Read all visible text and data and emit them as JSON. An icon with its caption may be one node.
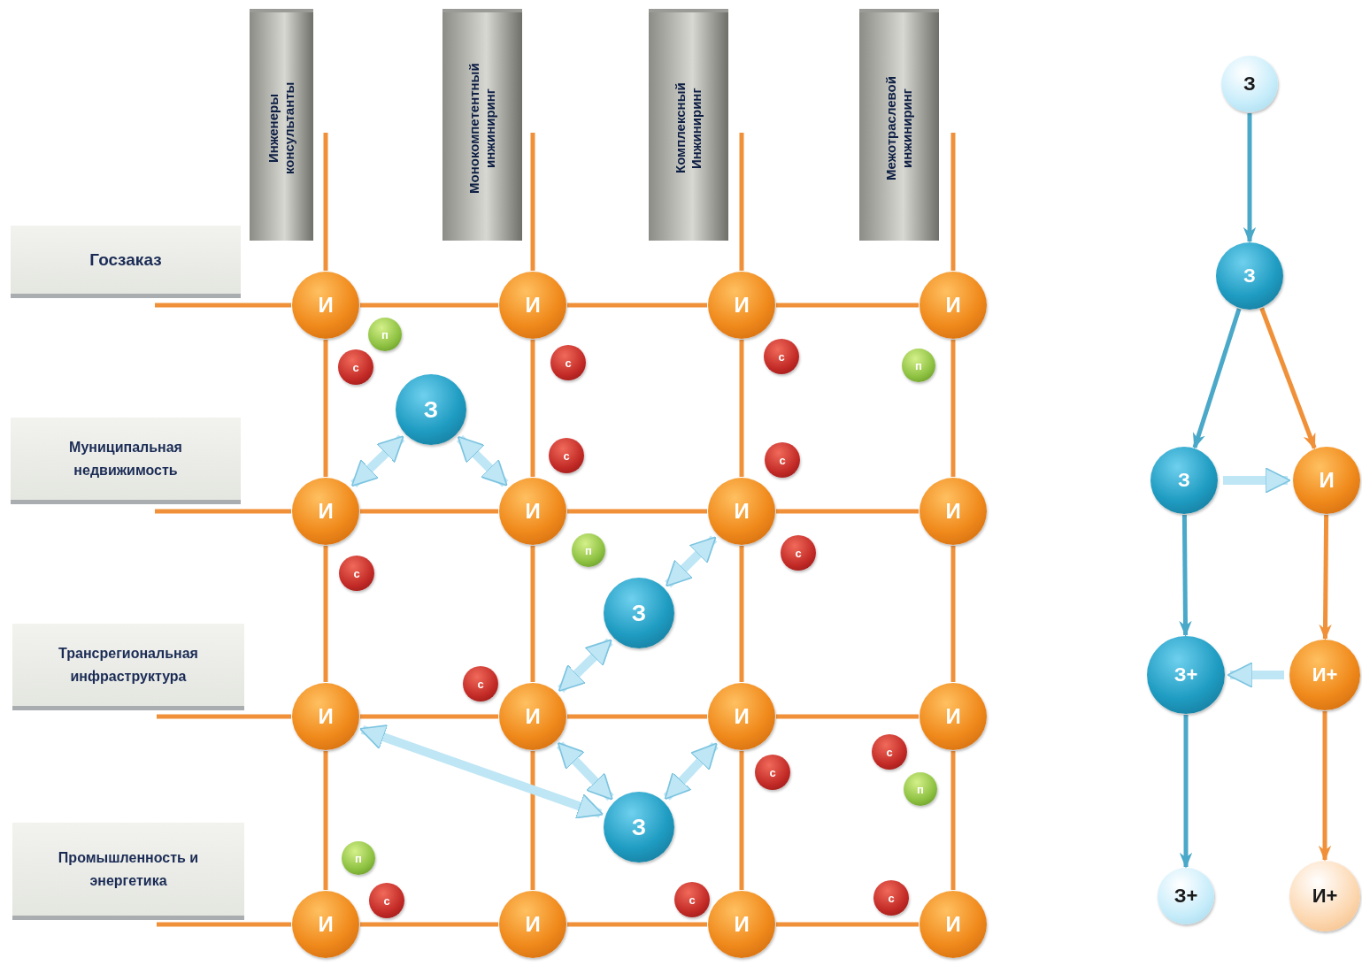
{
  "diagram": {
    "nodes": [
      {
        "text": [
          "Инженеры консультанты"
        ]
      },
      {
        "text": [
          "Монокомпетентный инжиниринг"
        ]
      },
      {
        "text": [
          "Комплексный Инжиниринг"
        ]
      },
      {
        "text": [
          "Межотраслевой инжиниринг"
        ]
      },
      {
        "text": [
          "Госзаказ"
        ]
      },
      {
        "text": [
          "Муниципальная недвижимость"
        ]
      },
      {
        "text": [
          "Трансрегиональная инфраструктура"
        ]
      },
      {
        "text": [
          "Промышленность и энергетика"
        ]
      },
      {
        "text": [
          "И"
        ]
      },
      {
        "text": [
          "И"
        ]
      },
      {
        "text": [
          "И"
        ]
      },
      {
        "text": [
          "И"
        ]
      },
      {
        "text": [
          "И"
        ]
      },
      {
        "text": [
          "И"
        ]
      },
      {
        "text": [
          "И"
        ]
      },
      {
        "text": [
          "И"
        ]
      },
      {
        "text": [
          "И"
        ]
      },
      {
        "text": [
          "И"
        ]
      },
      {
        "text": [
          "И"
        ]
      },
      {
        "text": [
          "И"
        ]
      },
      {
        "text": [
          "И"
        ]
      },
      {
        "text": [
          "И"
        ]
      },
      {
        "text": [
          "И"
        ]
      },
      {
        "text": [
          "И"
        ]
      },
      {
        "text": [
          "п"
        ]
      },
      {
        "text": [
          "с"
        ]
      },
      {
        "text": [
          "с"
        ]
      },
      {
        "text": [
          "п"
        ]
      },
      {
        "text": [
          "с"
        ]
      },
      {
        "text": [
          "З"
        ]
      },
      {
        "text": [
          "с"
        ]
      },
      {
        "text": [
          "с"
        ]
      },
      {
        "text": [
          "п"
        ]
      },
      {
        "text": [
          "с"
        ]
      },
      {
        "text": [
          "с"
        ]
      },
      {
        "text": [
          "З"
        ]
      },
      {
        "text": [
          "с"
        ]
      },
      {
        "text": [
          "с"
        ]
      },
      {
        "text": [
          "с"
        ]
      },
      {
        "text": [
          "п"
        ]
      },
      {
        "text": [
          "З"
        ]
      },
      {
        "text": [
          "п"
        ]
      },
      {
        "text": [
          "с"
        ]
      },
      {
        "text": [
          "с"
        ]
      },
      {
        "text": [
          "с"
        ]
      },
      {
        "text": [
          "З"
        ]
      },
      {
        "text": [
          "З"
        ]
      },
      {
        "text": [
          "З"
        ]
      },
      {
        "text": [
          "И"
        ]
      },
      {
        "text": [
          "З+"
        ]
      },
      {
        "text": [
          "И+"
        ]
      },
      {
        "text": [
          "З+"
        ]
      },
      {
        "text": [
          "И+"
        ]
      }
    ],
    "edges": [
      {
        "from": 8,
        "to": 9,
        "arrow": "none"
      },
      {
        "from": 9,
        "to": 10,
        "arrow": "none"
      },
      {
        "from": 10,
        "to": 11,
        "arrow": "none"
      },
      {
        "from": 12,
        "to": 13,
        "arrow": "none"
      },
      {
        "from": 13,
        "to": 14,
        "arrow": "none"
      },
      {
        "from": 14,
        "to": 15,
        "arrow": "none"
      },
      {
        "from": 16,
        "to": 17,
        "arrow": "none"
      },
      {
        "from": 17,
        "to": 18,
        "arrow": "none"
      },
      {
        "from": 18,
        "to": 19,
        "arrow": "none"
      },
      {
        "from": 20,
        "to": 21,
        "arrow": "none"
      },
      {
        "from": 21,
        "to": 22,
        "arrow": "none"
      },
      {
        "from": 22,
        "to": 23,
        "arrow": "none"
      },
      {
        "from": 8,
        "to": 12,
        "arrow": "none"
      },
      {
        "from": 9,
        "to": 13,
        "arrow": "none"
      },
      {
        "from": 10,
        "to": 14,
        "arrow": "none"
      },
      {
        "from": 11,
        "to": 15,
        "arrow": "none"
      },
      {
        "from": 12,
        "to": 16,
        "arrow": "none"
      },
      {
        "from": 13,
        "to": 17,
        "arrow": "none"
      },
      {
        "from": 14,
        "to": 18,
        "arrow": "none"
      },
      {
        "from": 15,
        "to": 19,
        "arrow": "none"
      },
      {
        "from": 16,
        "to": 20,
        "arrow": "none"
      },
      {
        "from": 17,
        "to": 21,
        "arrow": "none"
      },
      {
        "from": 18,
        "to": 22,
        "arrow": "none"
      },
      {
        "from": 19,
        "to": 23,
        "arrow": "none"
      },
      {
        "from": 0,
        "to": 8,
        "arrow": "none"
      },
      {
        "from": 1,
        "to": 9,
        "arrow": "none"
      },
      {
        "from": 2,
        "to": 10,
        "arrow": "none"
      },
      {
        "from": 3,
        "to": 11,
        "arrow": "none"
      },
      {
        "from": 4,
        "to": 8,
        "arrow": "none"
      },
      {
        "from": 5,
        "to": 12,
        "arrow": "none"
      },
      {
        "from": 6,
        "to": 16,
        "arrow": "none"
      },
      {
        "from": 7,
        "to": 20,
        "arrow": "none"
      },
      {
        "from": 29,
        "to": 12,
        "arrow": "both",
        "style": "thick",
        "color": "#bfe6f5"
      },
      {
        "from": 29,
        "to": 13,
        "arrow": "both",
        "style": "thick",
        "color": "#bfe6f5"
      },
      {
        "from": 35,
        "to": 14,
        "arrow": "both",
        "style": "thick",
        "color": "#bfe6f5"
      },
      {
        "from": 35,
        "to": 17,
        "arrow": "both",
        "style": "thick",
        "color": "#bfe6f5"
      },
      {
        "from": 40,
        "to": 16,
        "arrow": "both",
        "style": "thick",
        "color": "#bfe6f5"
      },
      {
        "from": 40,
        "to": 17,
        "arrow": "both",
        "style": "thick",
        "color": "#bfe6f5"
      },
      {
        "from": 40,
        "to": 18,
        "arrow": "both",
        "style": "thick",
        "color": "#bfe6f5"
      },
      {
        "from": 45,
        "to": 46,
        "arrow": "to",
        "color": "#4aa8c8"
      },
      {
        "from": 46,
        "to": 47,
        "arrow": "to",
        "color": "#4aa8c8"
      },
      {
        "from": 46,
        "to": 48,
        "arrow": "to"
      },
      {
        "from": 47,
        "to": 48,
        "arrow": "to",
        "style": "thick",
        "color": "#bfe6f5"
      },
      {
        "from": 47,
        "to": 49,
        "arrow": "to",
        "color": "#4aa8c8"
      },
      {
        "from": 48,
        "to": 50,
        "arrow": "to"
      },
      {
        "from": 50,
        "to": 49,
        "arrow": "to",
        "style": "thick",
        "color": "#bfe6f5"
      },
      {
        "from": 49,
        "to": 51,
        "arrow": "to",
        "color": "#4aa8c8"
      },
      {
        "from": 50,
        "to": 52,
        "arrow": "to"
      }
    ]
  }
}
